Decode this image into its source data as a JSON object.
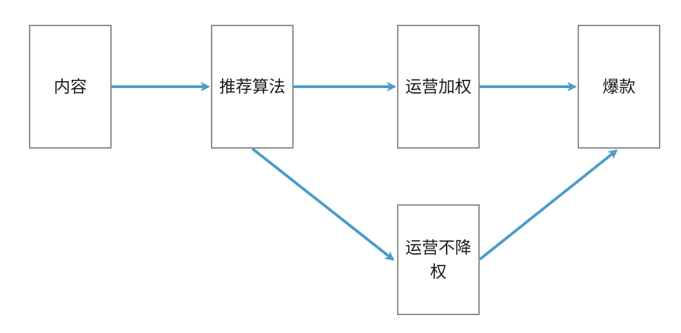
{
  "colors": {
    "arrow": "#4a9cc9",
    "border": "#8a8a8a",
    "text": "#1a1a1a"
  },
  "nodes": {
    "content": "内容",
    "algorithm": "推荐算法",
    "ops_boost": "运营加权",
    "ops_no_down": "运营不降权",
    "hit": "爆款"
  },
  "edges": [
    {
      "from": "content",
      "to": "algorithm"
    },
    {
      "from": "algorithm",
      "to": "ops_boost"
    },
    {
      "from": "ops_boost",
      "to": "hit"
    },
    {
      "from": "algorithm",
      "to": "ops_no_down"
    },
    {
      "from": "ops_no_down",
      "to": "hit"
    }
  ]
}
